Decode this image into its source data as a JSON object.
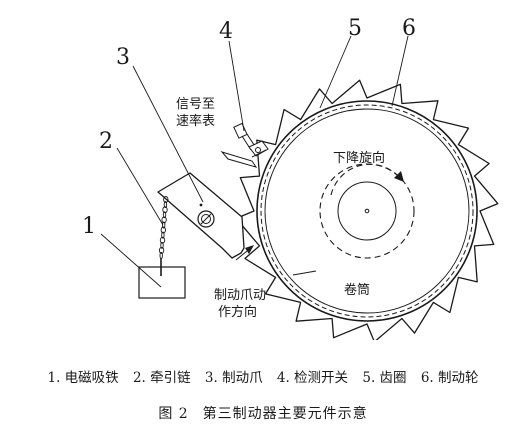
{
  "callouts": [
    "1",
    "2",
    "3",
    "4",
    "5",
    "6"
  ],
  "labels": {
    "signal_line1": "信号至",
    "signal_line2": "速率表",
    "rotation": "下降旋向",
    "drum": "卷筒",
    "pawl_dir_line1": "制动爪动",
    "pawl_dir_line2": "作方向"
  },
  "legend": [
    "1. 电磁吸铁",
    "2. 牵引链",
    "3. 制动爪",
    "4. 检测开关",
    "5. 齿圈",
    "6. 制动轮"
  ],
  "caption": {
    "figure_no": "图 2",
    "title": "第三制动器主要元件示意"
  }
}
